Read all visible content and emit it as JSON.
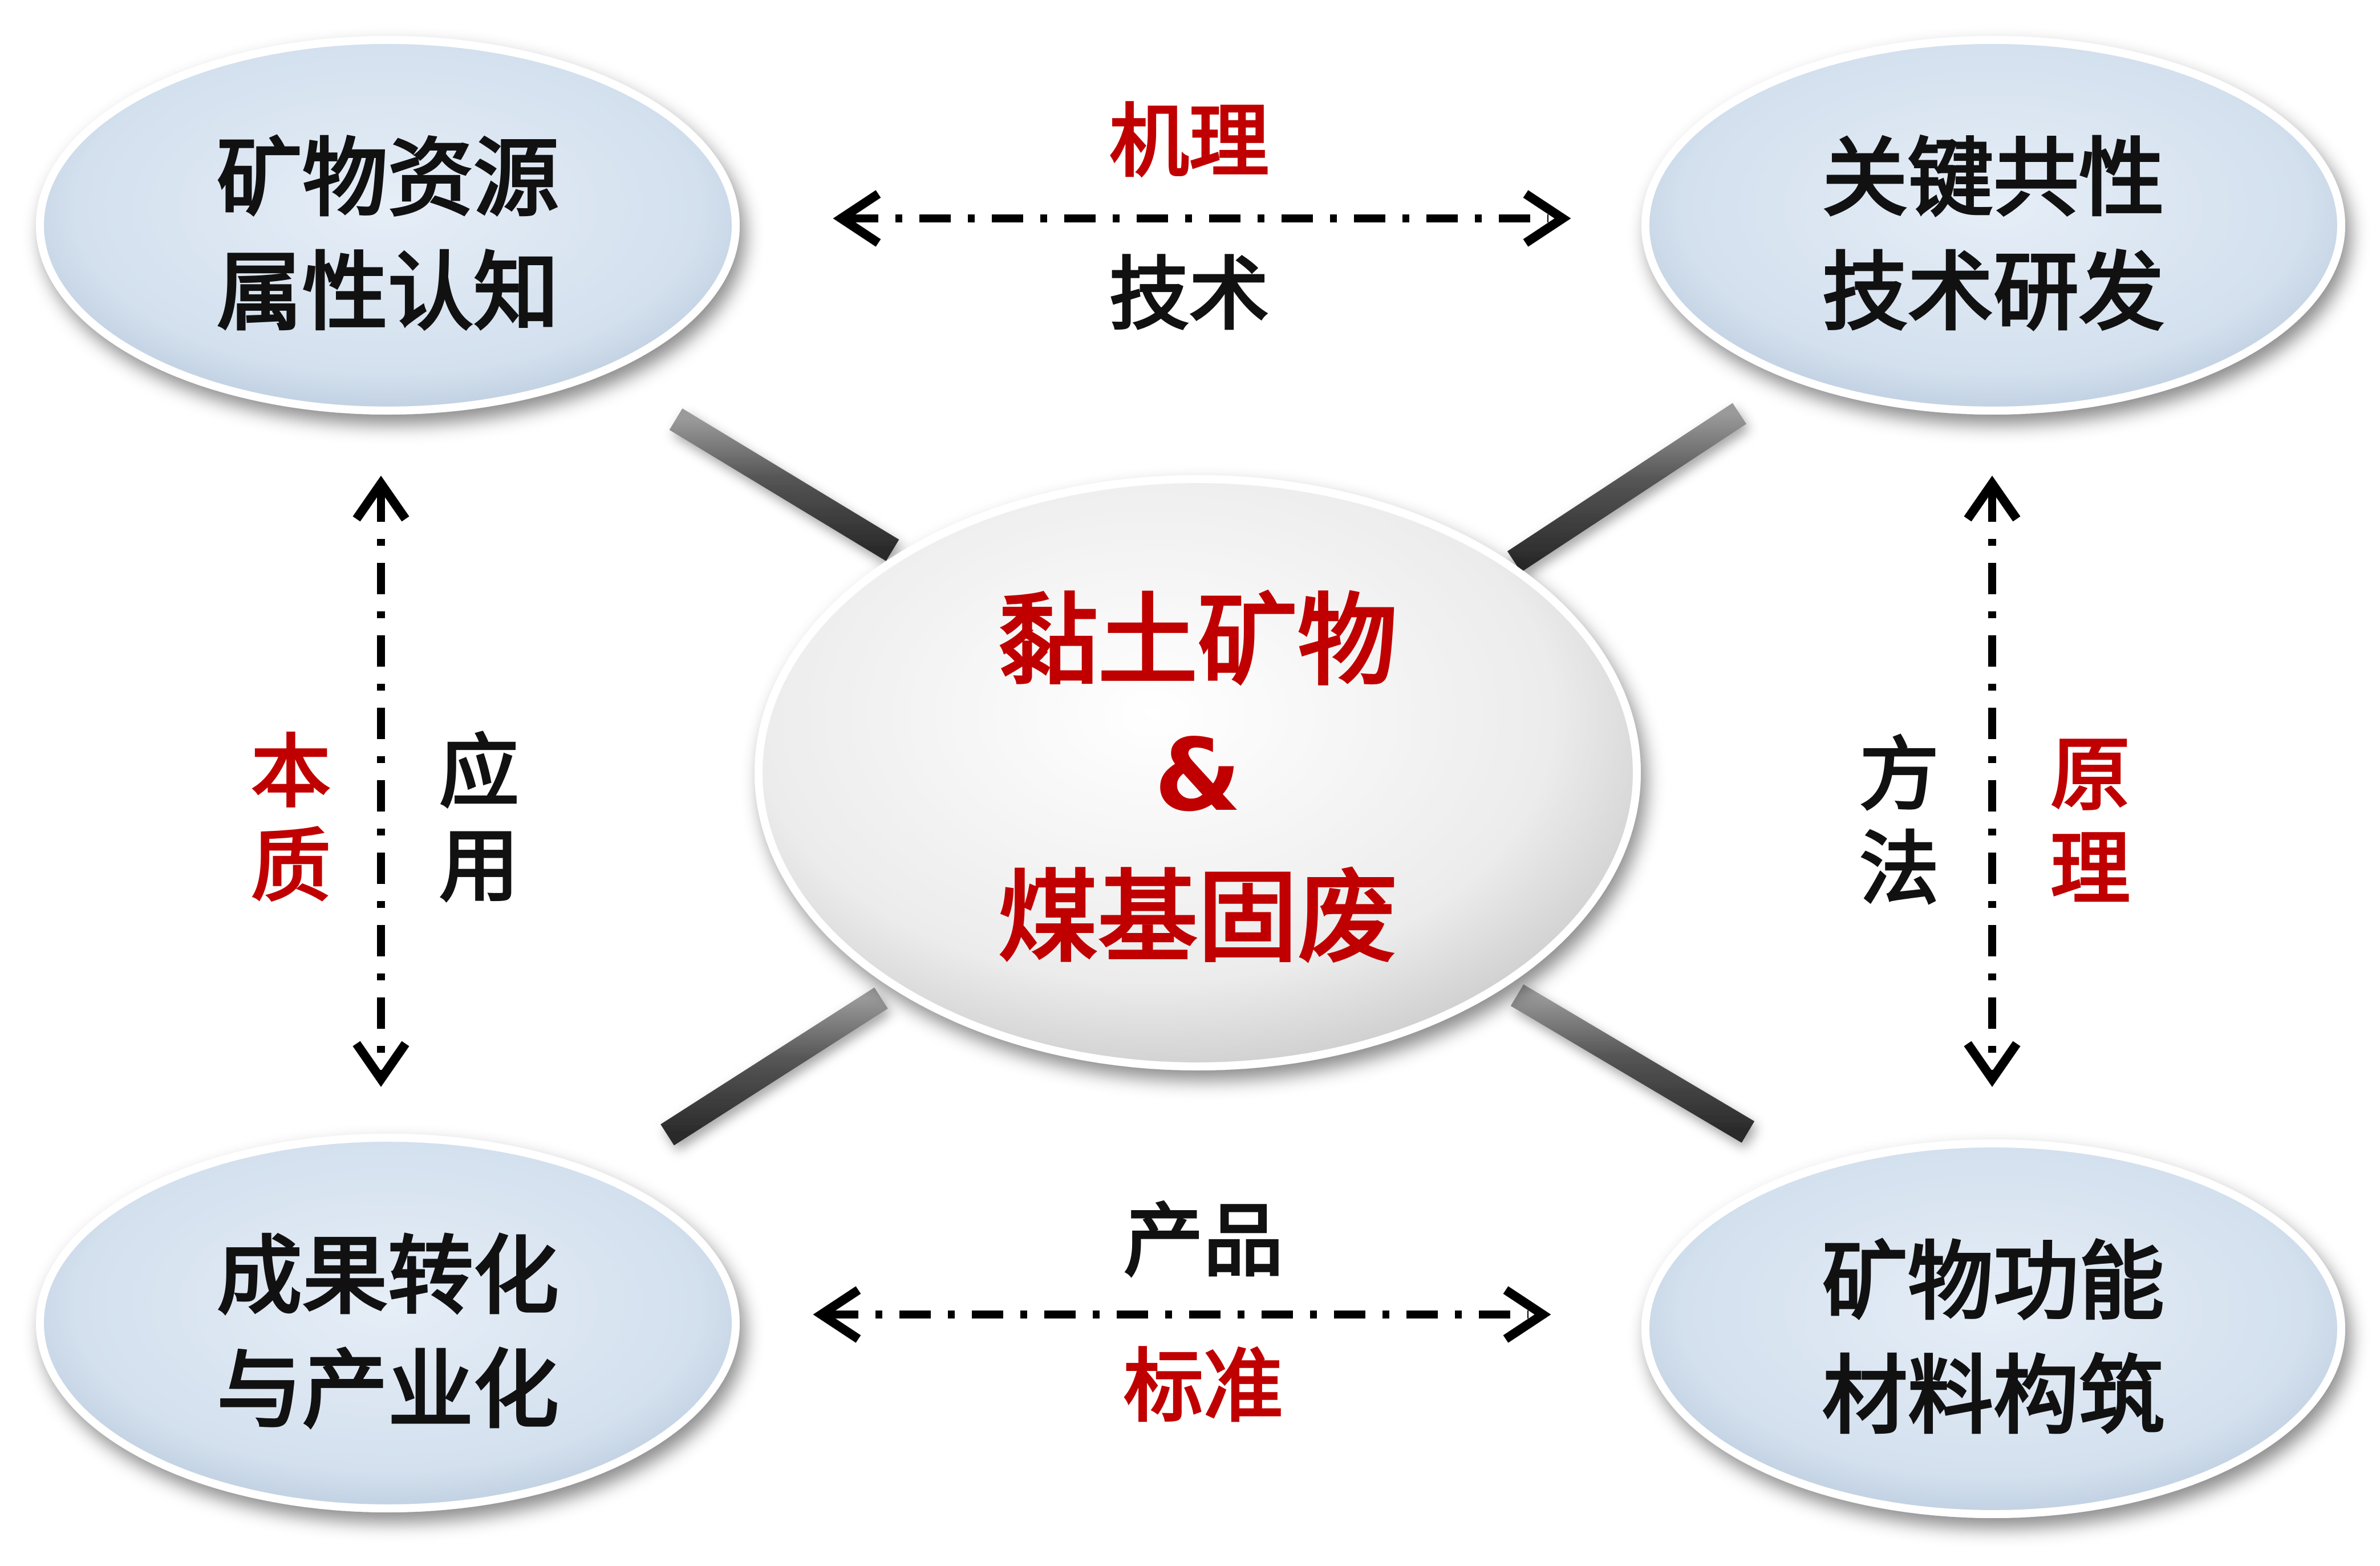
{
  "center": {
    "line1": "黏土矿物",
    "line2": "&",
    "line3": "煤基固废"
  },
  "nodes": {
    "top_left": {
      "line1": "矿物资源",
      "line2": "属性认知"
    },
    "top_right": {
      "line1": "关键共性",
      "line2": "技术研发"
    },
    "bottom_left": {
      "line1": "成果转化",
      "line2": "与产业化"
    },
    "bottom_right": {
      "line1": "矿物功能",
      "line2": "材料构筑"
    }
  },
  "connectors": {
    "top": {
      "above": "机理",
      "below": "技术"
    },
    "bottom": {
      "above": "产品",
      "below": "标准"
    },
    "left": {
      "outer": "本质",
      "inner": "应用"
    },
    "right": {
      "inner": "方法",
      "outer": "原理"
    }
  },
  "colors": {
    "accent_red": "#c00000",
    "text_dark": "#111111",
    "node_fill": "#d6e3f0",
    "center_fill": "#eeeeee"
  }
}
